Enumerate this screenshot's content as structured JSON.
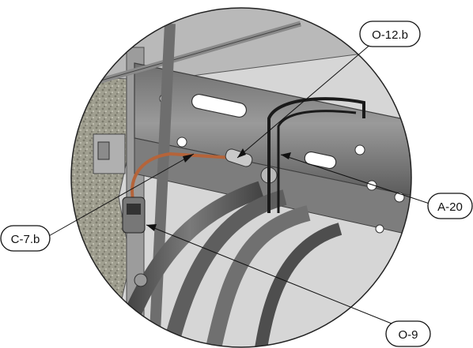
{
  "callouts": [
    {
      "id": "o12b",
      "label": "O-12.b"
    },
    {
      "id": "a20",
      "label": "A-20"
    },
    {
      "id": "c7b",
      "label": "C-7.b"
    },
    {
      "id": "o9",
      "label": "O-9"
    }
  ],
  "colors": {
    "frame_steel": "#8f8f8f",
    "frame_dark": "#4a4a4a",
    "hose": "#6e6e6e",
    "wire_copper": "#b5643a",
    "clamp_black": "#1a1a1a",
    "foam": "#9a9a8a",
    "background": "#ffffff"
  }
}
